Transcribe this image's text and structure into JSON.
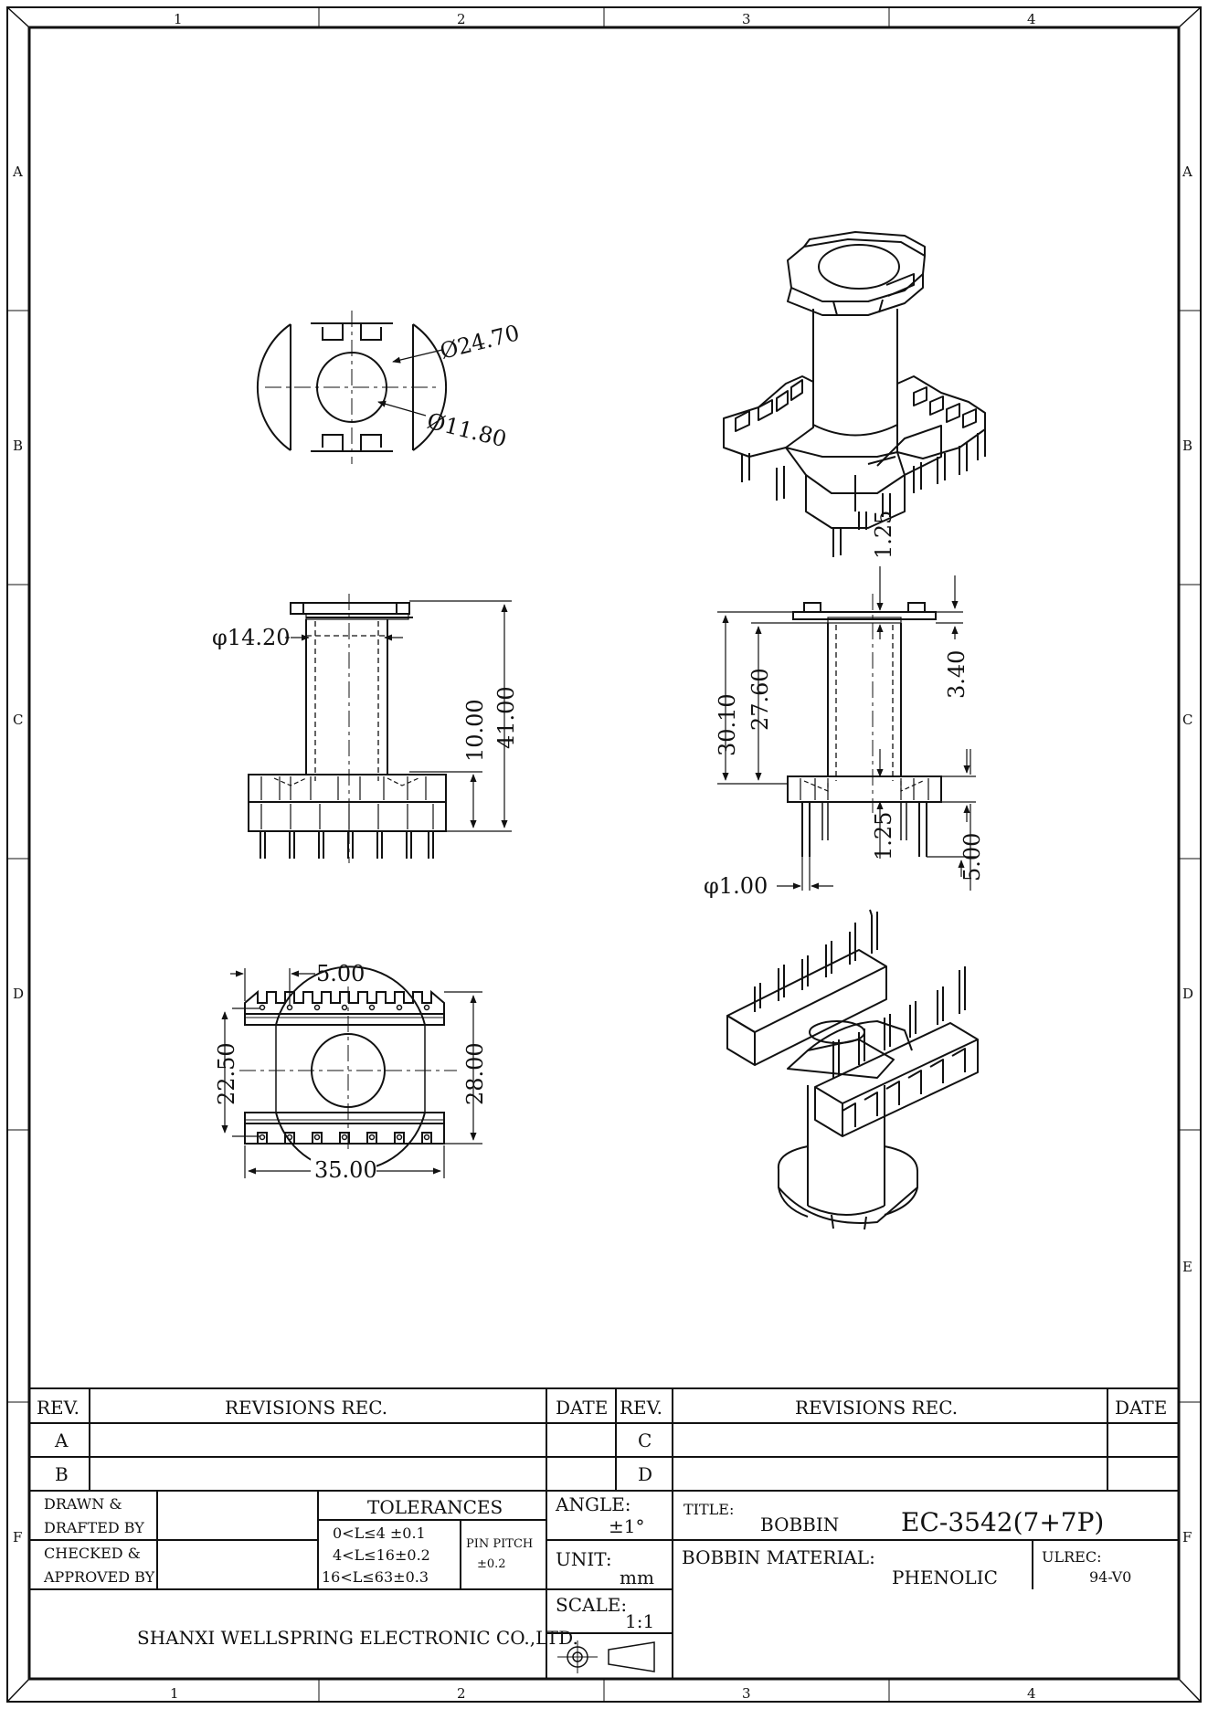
{
  "zones": {
    "cols": [
      "1",
      "2",
      "3",
      "4"
    ],
    "rows": [
      "A",
      "B",
      "C",
      "D",
      "E",
      "F"
    ]
  },
  "dimensions": {
    "flange_diameter": "Ø24.70",
    "bore_diameter": "Ø11.80",
    "core_diameter": "φ14.20",
    "window_height": "10.00",
    "overall_height": "41.00",
    "flange_thickness_top": "1.25",
    "flange_thickness_bottom": "1.25",
    "height_3010": "30.10",
    "height_2760": "27.60",
    "offset_340": "3.40",
    "pin_length": "5.00",
    "pin_diameter": "φ1.00",
    "pin_pitch": "5.00",
    "row_spacing": "22.50",
    "overall_depth": "28.00",
    "overall_width": "35.00"
  },
  "title_block": {
    "rev_header": "REV.",
    "revisions_header": "REVISIONS REC.",
    "date_header": "DATE",
    "rev_a": "A",
    "rev_b": "B",
    "rev_c": "C",
    "rev_d": "D",
    "drawn_1": "DRAWN  &",
    "drawn_2": "DRAFTED BY",
    "checked_1": "CHECKED  &",
    "checked_2": "APPROVED BY",
    "tolerances_label": "TOLERANCES",
    "tol_1": "0<L≤4  ±0.1",
    "tol_2": "4<L≤16±0.2",
    "tol_3": "16<L≤63±0.3",
    "pin_pitch_label": "PIN PITCH",
    "pin_pitch_tol": "±0.2",
    "angle_label": "ANGLE:",
    "angle_value": "±1°",
    "unit_label": "UNIT:",
    "unit_value": "mm",
    "scale_label": "SCALE:",
    "scale_value": "1:1",
    "title_label": "TITLE:",
    "title_value": "BOBBIN",
    "part_number": "EC-3542(7+7P)",
    "material_label": "BOBBIN MATERIAL:",
    "material_value": "PHENOLIC",
    "ulrec_label": "ULREC:",
    "ulrec_value": "94-V0",
    "company": "SHANXI WELLSPRING ELECTRONIC CO.,LTD."
  }
}
